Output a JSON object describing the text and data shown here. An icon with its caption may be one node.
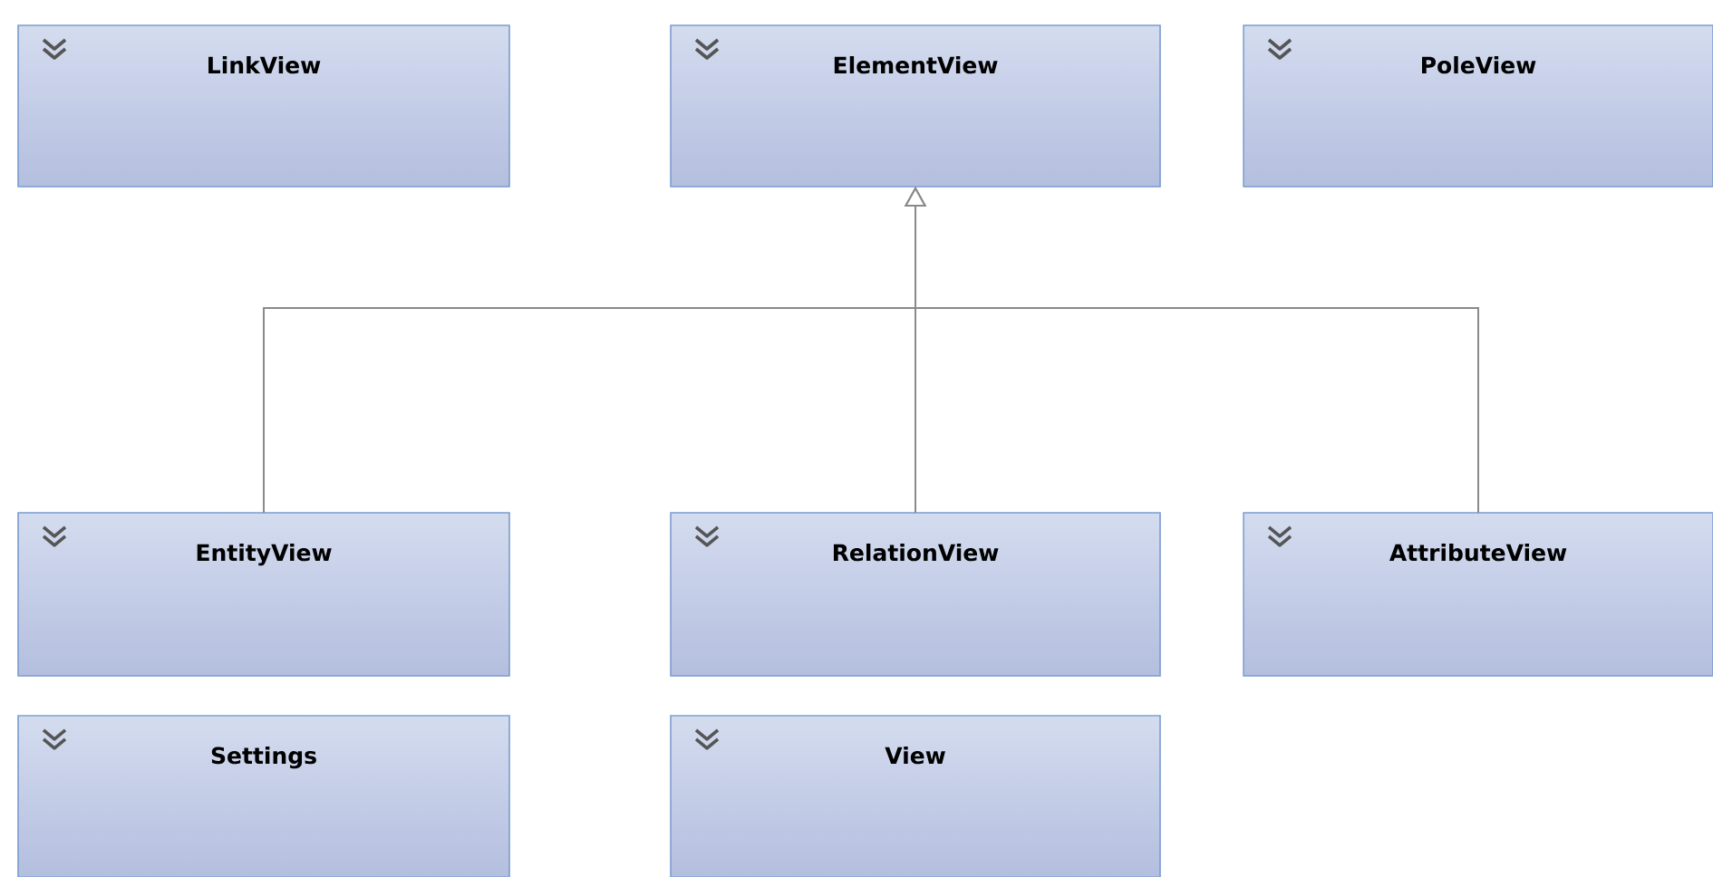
{
  "diagram": {
    "nodes": [
      {
        "text": [
          "LinkView"
        ]
      },
      {
        "text": [
          "ElementView"
        ]
      },
      {
        "text": [
          "PoleView"
        ]
      },
      {
        "text": [
          "EntityView"
        ]
      },
      {
        "text": [
          "RelationView"
        ]
      },
      {
        "text": [
          "AttributeView"
        ]
      },
      {
        "text": [
          "Settings"
        ]
      },
      {
        "text": [
          "View"
        ]
      }
    ],
    "edges": [
      {
        "from": 3,
        "to": 1,
        "arrow": "to"
      },
      {
        "from": 4,
        "to": 1,
        "arrow": "to"
      },
      {
        "from": 5,
        "to": 1,
        "arrow": "to"
      }
    ]
  }
}
